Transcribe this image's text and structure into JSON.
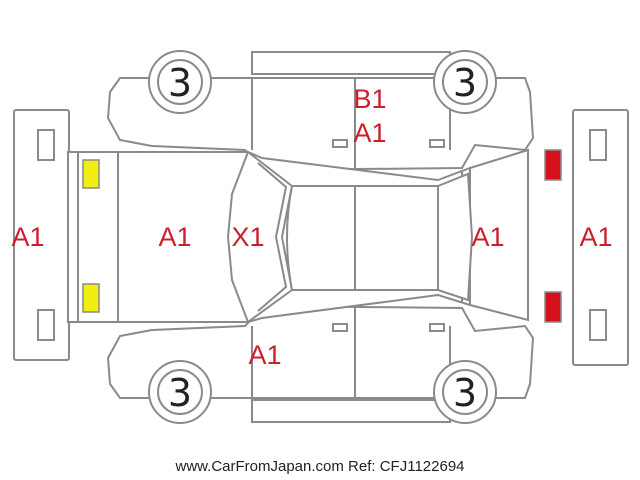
{
  "colors": {
    "outline": "#8a8a8a",
    "code": "#cc1f2e",
    "front_lamps": "#f2ee12",
    "rear_lamps": "#d4111a"
  },
  "wheels": {
    "front_left": "3",
    "rear_left": "3",
    "front_right": "3",
    "rear_right": "3"
  },
  "codes": {
    "front_bumper": "A1",
    "hood": "A1",
    "windshield": "X1",
    "top_roof_b": "B1",
    "top_roof_a": "A1",
    "rear_side": "A1",
    "rear_bumper": "A1",
    "bottom_front_door": "A1"
  },
  "footer": {
    "watermark": "www.CarFromJapan.com Ref: CFJ1122694"
  }
}
